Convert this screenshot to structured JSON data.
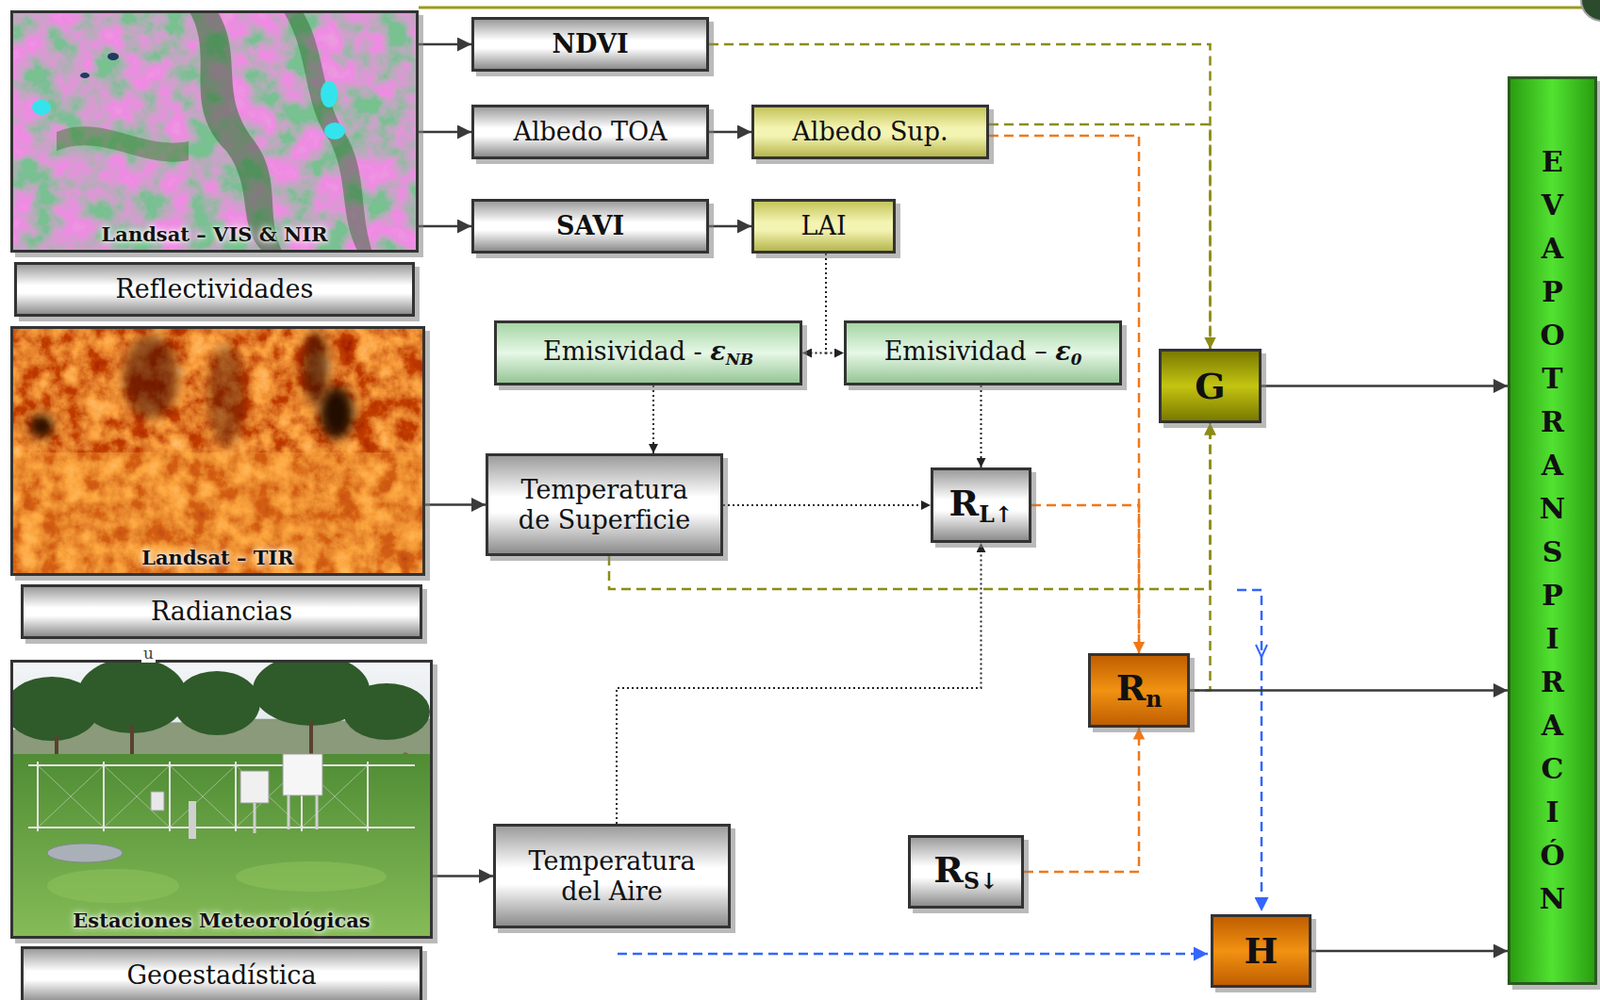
{
  "diagram": {
    "nodes": [
      {
        "text": [
          "Landsat – VIS & NIR"
        ]
      },
      {
        "text": [
          "Reflectividades"
        ]
      },
      {
        "text": [
          "NDVI"
        ]
      },
      {
        "text": [
          "Albedo TOA"
        ]
      },
      {
        "text": [
          "Albedo Sup."
        ]
      },
      {
        "text": [
          "SAVI"
        ]
      },
      {
        "text": [
          "LAI"
        ]
      },
      {
        "text": [
          "Emisividad - εNB"
        ]
      },
      {
        "text": [
          "Emisividad – ε0"
        ]
      },
      {
        "text": [
          "Landsat – TIR"
        ]
      },
      {
        "text": [
          "Radiancias"
        ]
      },
      {
        "text": [
          "Temperatura de Superficie"
        ]
      },
      {
        "text": [
          "RL↑"
        ]
      },
      {
        "text": [
          "G"
        ]
      },
      {
        "text": [
          "Rn"
        ]
      },
      {
        "text": [
          "Estaciones Meteorológicas"
        ]
      },
      {
        "text": [
          "Geoestadística"
        ]
      },
      {
        "text": [
          "Temperatura del Aire"
        ]
      },
      {
        "text": [
          "RS↓"
        ]
      },
      {
        "text": [
          "H"
        ]
      },
      {
        "text": [
          "EVAPOTRANSPIRACIÓN"
        ]
      }
    ],
    "edges": [
      {
        "from": 0,
        "to": 2,
        "arrow": "to"
      },
      {
        "from": 0,
        "to": 3,
        "arrow": "to"
      },
      {
        "from": 0,
        "to": 5,
        "arrow": "to"
      },
      {
        "from": 3,
        "to": 4,
        "arrow": "to"
      },
      {
        "from": 5,
        "to": 6,
        "arrow": "to"
      },
      {
        "from": 6,
        "to": 7,
        "arrow": "to"
      },
      {
        "from": 6,
        "to": 8,
        "arrow": "to"
      },
      {
        "from": 7,
        "to": 11,
        "arrow": "to"
      },
      {
        "from": 8,
        "to": 12,
        "arrow": "to"
      },
      {
        "from": 11,
        "to": 12,
        "arrow": "to"
      },
      {
        "from": 17,
        "to": 12,
        "arrow": "to"
      },
      {
        "from": 9,
        "to": 11,
        "arrow": "to"
      },
      {
        "from": 15,
        "to": 17,
        "arrow": "to"
      },
      {
        "from": 2,
        "to": 13,
        "arrow": "to"
      },
      {
        "from": 4,
        "to": 13,
        "arrow": "to"
      },
      {
        "from": 4,
        "to": 14,
        "arrow": "to"
      },
      {
        "from": 12,
        "to": 14,
        "arrow": "to"
      },
      {
        "from": 11,
        "to": 13,
        "arrow": "to"
      },
      {
        "from": 14,
        "to": 13,
        "arrow": "to"
      },
      {
        "from": 18,
        "to": 14,
        "arrow": "to"
      },
      {
        "from": 13,
        "to": 20,
        "arrow": "to"
      },
      {
        "from": 14,
        "to": 20,
        "arrow": "to"
      },
      {
        "from": 19,
        "to": 20,
        "arrow": "to"
      }
    ],
    "labels": [
      "u"
    ]
  }
}
